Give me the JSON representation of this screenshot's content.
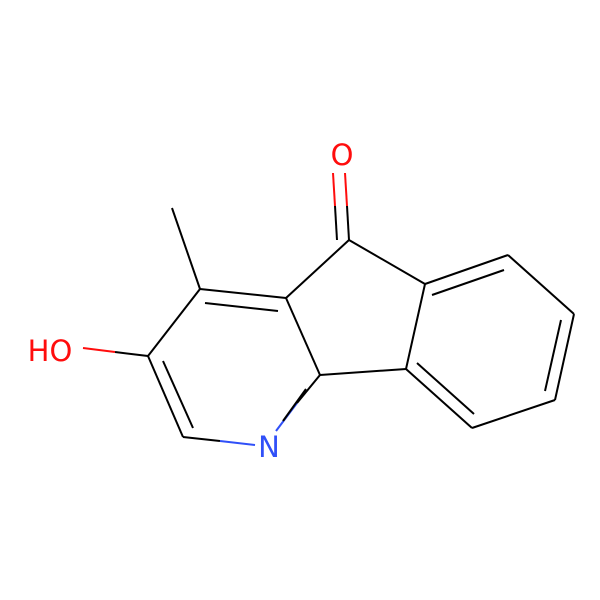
{
  "molecule": {
    "atoms": {
      "O_carbonyl": {
        "label": "O",
        "color": "#ff0d0d"
      },
      "OH": {
        "label": "HO",
        "color": "#ff0d0d"
      },
      "N": {
        "label": "N",
        "color": "#3050f8"
      }
    },
    "bond_color": "#000000"
  }
}
